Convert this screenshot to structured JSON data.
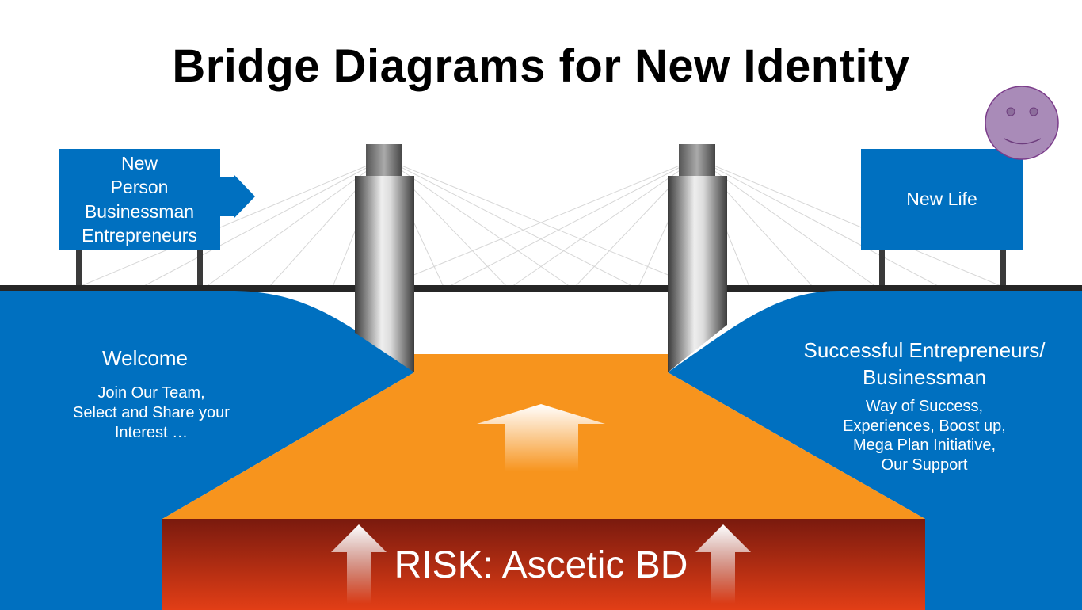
{
  "title": "Bridge Diagrams for New Identity",
  "left_sign": {
    "lines": [
      "New",
      "Person",
      "Businessman",
      "Entrepreneurs"
    ]
  },
  "right_sign": {
    "label": "New Life"
  },
  "left_bank": {
    "heading": "Welcome",
    "lines": [
      "Join Our Team,",
      "Select and Share your",
      "Interest …"
    ]
  },
  "right_bank": {
    "heading_lines": [
      "Successful Entrepreneurs/",
      "Businessman"
    ],
    "lines": [
      "Way of Success,",
      "Experiences, Boost up,",
      "Mega Plan Initiative,",
      "Our Support"
    ]
  },
  "risk": {
    "label": "RISK: Ascetic BD"
  },
  "colors": {
    "blue": "#0070c0",
    "orange": "#f7941d",
    "risk_top": "#7a1a0e",
    "risk_bottom": "#e23e16",
    "smiley": "#a98bb8"
  }
}
